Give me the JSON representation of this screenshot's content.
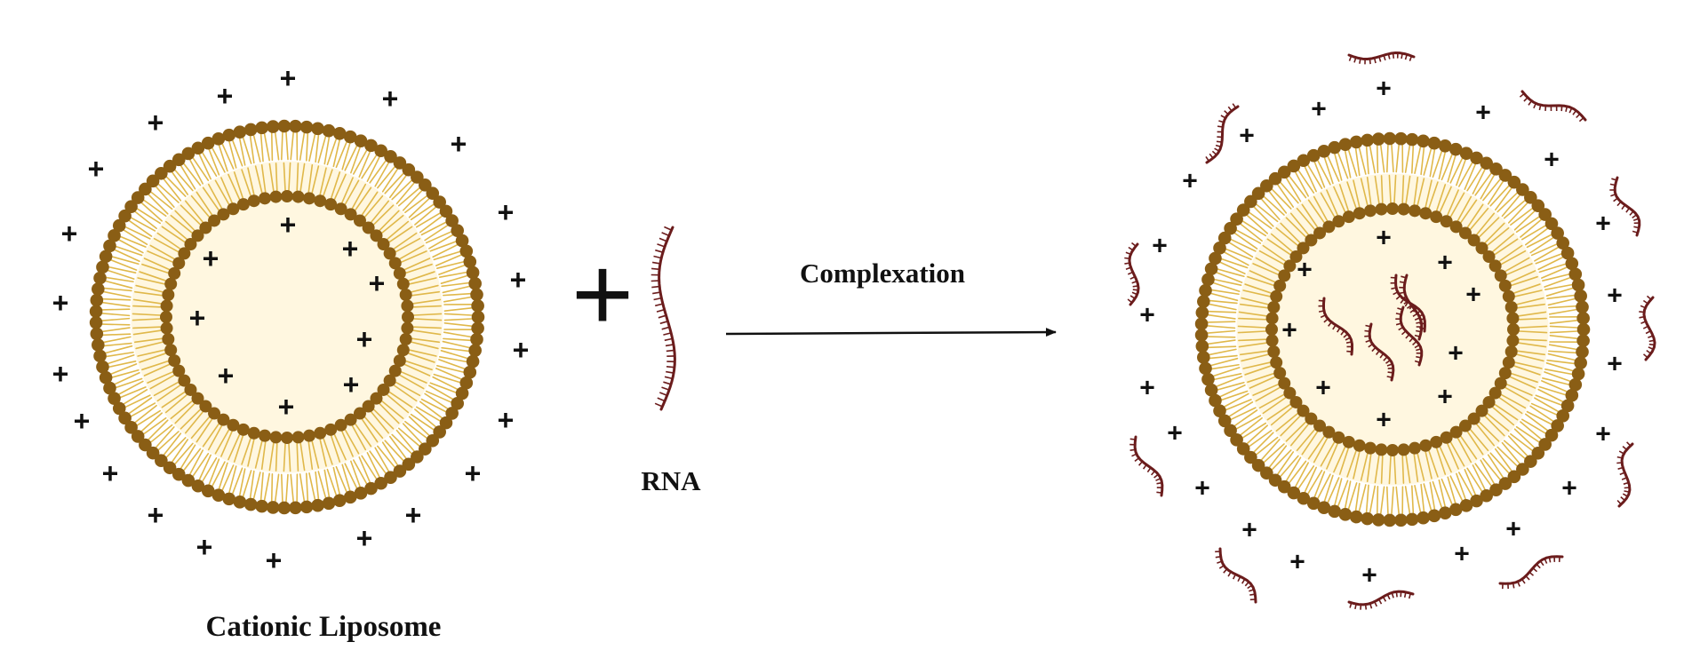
{
  "labels": {
    "liposome": "Cationic Liposome",
    "rna": "RNA",
    "process": "Complexation",
    "plus_operator": "+",
    "charge_symbol": "+"
  },
  "colors": {
    "head": "#8a5e15",
    "tail": "#e0b84a",
    "rna": "#6b1c1c",
    "text": "#111111"
  }
}
